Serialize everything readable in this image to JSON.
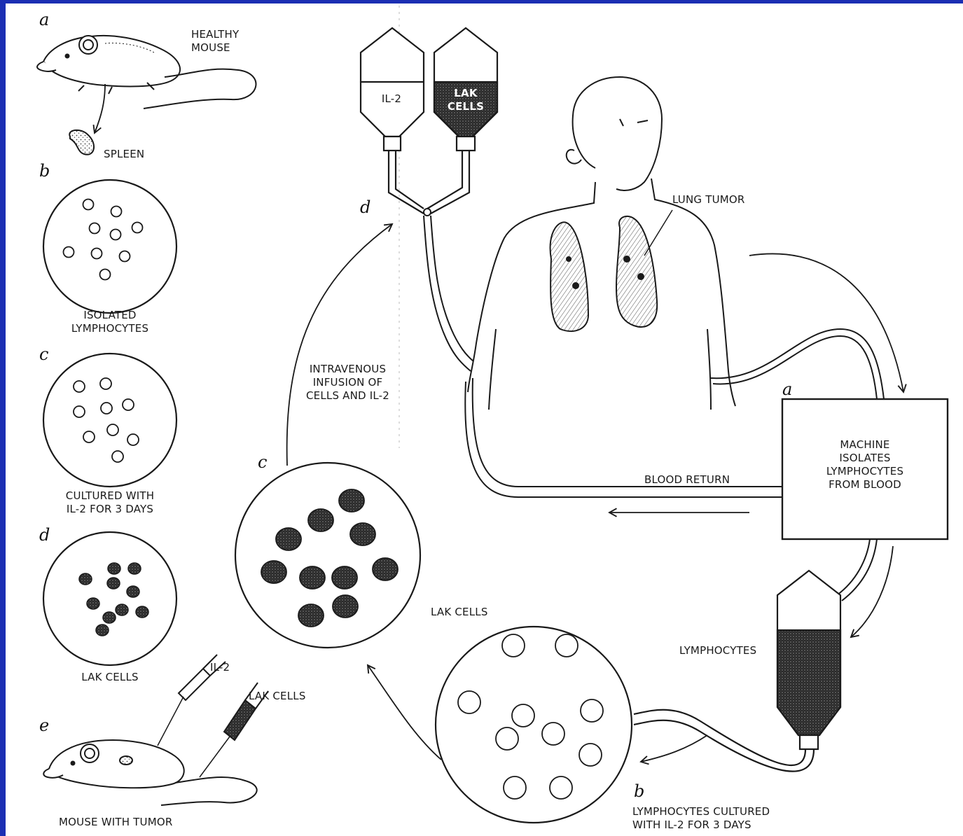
{
  "colors": {
    "frame": "#1b2fb3",
    "ink": "#1a1a1a",
    "paper": "#ffffff"
  },
  "labels": {
    "healthy_mouse": "HEALTHY\nMOUSE",
    "spleen": "SPLEEN",
    "isolated_lymphocytes": "ISOLATED\nLYMPHOCYTES",
    "cultured_with_il2": "CULTURED WITH\nIL-2 FOR 3 DAYS",
    "lak_cells_left": "LAK CELLS",
    "il2_syringe": "IL-2",
    "lak_cells_syringe": "LAK CELLS",
    "mouse_with_tumor": "MOUSE WITH TUMOR",
    "il2_bag": "IL-2",
    "lak_bag": "LAK\nCELLS",
    "lung_tumor": "LUNG TUMOR",
    "intravenous_infusion": "INTRAVENOUS\nINFUSION OF\nCELLS AND IL-2",
    "blood_return": "BLOOD RETURN",
    "machine": "MACHINE\nISOLATES\nLYMPHOCYTES\nFROM BLOOD",
    "lak_cells_center": "LAK CELLS",
    "lymphocytes_bag": "LYMPHOCYTES",
    "lymphocytes_cultured": "LYMPHOCYTES CULTURED\nWITH IL-2 FOR 3 DAYS"
  },
  "steps": {
    "left_a": "a",
    "left_b": "b",
    "left_c": "c",
    "left_d": "d",
    "left_e": "e",
    "right_a": "a",
    "right_b": "b",
    "right_c": "c",
    "right_d": "d"
  }
}
